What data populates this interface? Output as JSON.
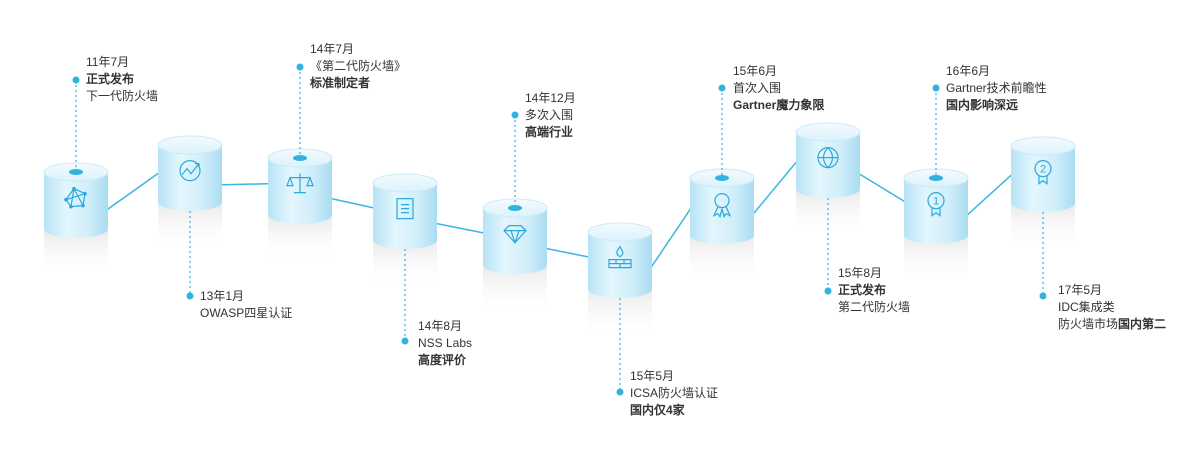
{
  "milestones": [
    {
      "id": "m1",
      "date": "11年7月",
      "lines": [
        {
          "t": "正式发布",
          "b": true
        },
        {
          "t": "下一代防火墙",
          "b": false
        }
      ],
      "icon": "network-icon"
    },
    {
      "id": "m2",
      "date": "13年1月",
      "lines": [
        {
          "t": "OWASP四星认证",
          "b": false
        }
      ],
      "icon": "chart-trend-icon"
    },
    {
      "id": "m3",
      "date": "14年7月",
      "lines": [
        {
          "t": "《第二代防火墙》",
          "b": false
        },
        {
          "t": "标准制定者",
          "b": true
        }
      ],
      "icon": "scale-icon"
    },
    {
      "id": "m4",
      "date": "14年8月",
      "lines": [
        {
          "t": "NSS Labs",
          "b": false
        },
        {
          "t": "高度评价",
          "b": true
        }
      ],
      "icon": "document-icon"
    },
    {
      "id": "m5",
      "date": "14年12月",
      "lines": [
        {
          "t": "多次入围",
          "b": false
        },
        {
          "t": "高端行业",
          "b": true
        }
      ],
      "icon": "diamond-icon"
    },
    {
      "id": "m6",
      "date": "15年5月",
      "lines": [
        {
          "t": "ICSA防火墙认证",
          "b": false
        },
        {
          "t": "国内仅4家",
          "b": true
        }
      ],
      "icon": "firewall-icon"
    },
    {
      "id": "m7",
      "date": "15年6月",
      "lines": [
        {
          "t": "首次入围",
          "b": false
        },
        {
          "t": "Gartner魔力象限",
          "b": true
        }
      ],
      "icon": "award-ribbon-icon"
    },
    {
      "id": "m8",
      "date": "15年8月",
      "lines": [
        {
          "t": "正式发布",
          "b": true
        },
        {
          "t": "第二代防火墙",
          "b": false
        }
      ],
      "icon": "globe-icon"
    },
    {
      "id": "m9",
      "date": "16年6月",
      "lines": [
        {
          "t": "Gartner技术前瞻性",
          "b": false
        },
        {
          "t": "国内影响深远",
          "b": true
        }
      ],
      "icon": "medal-1-icon"
    },
    {
      "id": "m10",
      "date": "17年5月",
      "lines": [
        {
          "t": "IDC集成类",
          "b": false
        },
        {
          "t": "防火墙市场",
          "b": false,
          "suffix": "国内第二",
          "suffix_b": true
        }
      ],
      "icon": "medal-2-icon"
    }
  ],
  "colors": {
    "accent": "#2fb3e0",
    "line": "#3ab6e4",
    "cylinder_top": "#d9f1fb",
    "cylinder_body": "#c4e9f8",
    "icon": "#29a9dd"
  }
}
